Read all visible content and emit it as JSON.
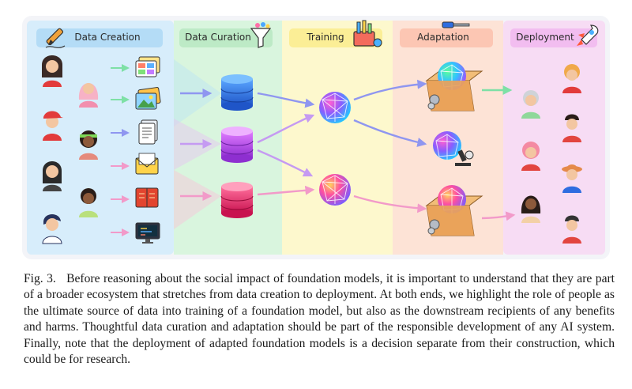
{
  "figure": {
    "stages": [
      {
        "label": "Data Creation",
        "icon": "pencil-icon",
        "color": "#cfe9fb"
      },
      {
        "label": "Data Curation",
        "icon": "funnel-icon",
        "color": "#d6f4dc"
      },
      {
        "label": "Training",
        "icon": "toolbox-icon",
        "color": "#fdf7c4"
      },
      {
        "label": "Adaptation",
        "icon": "screwdriver-icon",
        "color": "#fde1d4"
      },
      {
        "label": "Deployment",
        "icon": "rocket-icon",
        "color": "#f6d9f3"
      }
    ],
    "data_icons": [
      "gallery-icon",
      "photos-icon",
      "document-icon",
      "mail-icon",
      "book-icon",
      "computer-icon"
    ],
    "colors": {
      "blue": "#2f7be0",
      "purple": "#b14be0",
      "pink": "#e5336b",
      "arrow_green": "#7ee0a6",
      "arrow_blue": "#8f96f0",
      "arrow_pink": "#f29ac9"
    }
  },
  "caption": {
    "label": "Fig. 3.",
    "text": "Before reasoning about the social impact of foundation models, it is important to understand that they are part of a broader ecosystem that stretches from data creation to deployment. At both ends, we highlight the role of people as the ultimate source of data into training of a foundation model, but also as the downstream recipients of any benefits and harms. Thoughtful data curation and adaptation should be part of the responsible development of any AI system. Finally, note that the deployment of adapted foundation models is a decision separate from their construction, which could be for research."
  }
}
